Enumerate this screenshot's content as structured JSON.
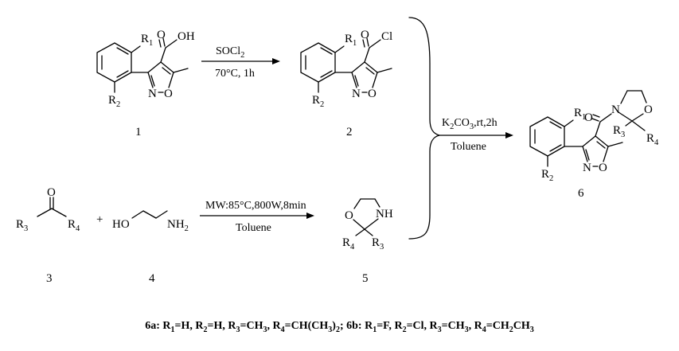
{
  "compounds": {
    "c1": {
      "number": "1",
      "r1": "R",
      "r1_sub": "1",
      "r2": "R",
      "r2_sub": "2",
      "oh": "O",
      "oh2": "OH",
      "ring_n": "N",
      "ring_o": "O"
    },
    "c2": {
      "number": "2",
      "r1": "R",
      "r1_sub": "1",
      "r2": "R",
      "r2_sub": "2",
      "carbonyl_o": "O",
      "cl": "Cl",
      "ring_n": "N",
      "ring_o": "O"
    },
    "c3": {
      "number": "3",
      "o": "O",
      "r3": "R",
      "r3_sub": "3",
      "r4": "R",
      "r4_sub": "4"
    },
    "c4": {
      "number": "4",
      "ho": "HO",
      "nh2": "NH",
      "nh2_sub": "2"
    },
    "c5": {
      "number": "5",
      "o": "O",
      "nh": "NH",
      "r4": "R",
      "r4_sub": "4",
      "r3": "R",
      "r3_sub": "3"
    },
    "c6": {
      "number": "6",
      "r1": "R",
      "r1_sub": "1",
      "r2": "R",
      "r2_sub": "2",
      "carbonyl_o": "O",
      "n": "N",
      "o": "O",
      "r3": "R",
      "r3_sub": "3",
      "r4": "R",
      "r4_sub": "4",
      "ring_n": "N",
      "ring_o": "O"
    }
  },
  "plus": "+",
  "conditions": {
    "step1_above": "SOCl",
    "step1_above_sub": "2",
    "step1_below": "70°C, 1h",
    "step2_above": "MW:85°C,800W,8min",
    "step2_below": "Toluene",
    "step3_above_k": "K",
    "step3_above_k_sub": "2",
    "step3_above_co": "CO",
    "step3_above_co_sub": "3",
    "step3_above_rest": ",rt,2h",
    "step3_below": "Toluene"
  },
  "caption": {
    "a_label": "6a: ",
    "a": [
      {
        "r": "R",
        "sub": "1",
        "val": "=H, "
      },
      {
        "r": "R",
        "sub": "2",
        "val": "=H, "
      },
      {
        "r": "R",
        "sub": "3",
        "val": "=CH",
        "val_sub": "3",
        "tail": ", "
      },
      {
        "r": "R",
        "sub": "4",
        "val": "=CH(CH",
        "val_sub": "3",
        "tail": ")",
        "tail_sub": "2",
        "end": "; "
      }
    ],
    "b_label": "6b: ",
    "b": [
      {
        "r": "R",
        "sub": "1",
        "val": "=F, "
      },
      {
        "r": "R",
        "sub": "2",
        "val": "=Cl, "
      },
      {
        "r": "R",
        "sub": "3",
        "val": "=CH",
        "val_sub": "3",
        "tail": ", "
      },
      {
        "r": "R",
        "sub": "4",
        "val": "=CH",
        "val_sub": "2",
        "tail": "CH",
        "tail_sub": "3"
      }
    ]
  }
}
